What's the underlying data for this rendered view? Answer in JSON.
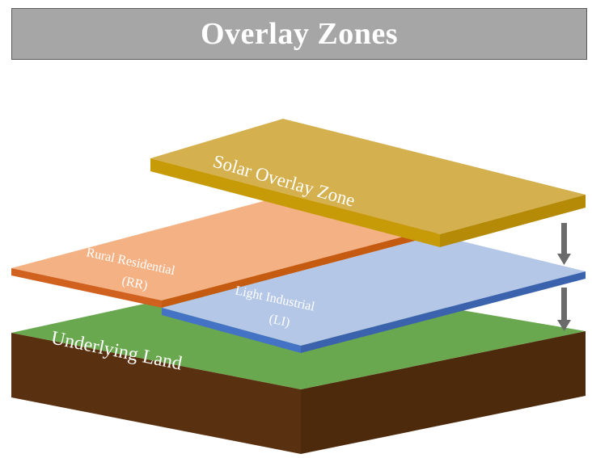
{
  "title": "Overlay Zones",
  "layers": {
    "solar": {
      "label": "Solar Overlay Zone"
    },
    "rural": {
      "label_line1": "Rural Residential",
      "label_line2": "(RR)"
    },
    "industrial": {
      "label_line1": "Light Industrial",
      "label_line2": "(LI)"
    },
    "land": {
      "label": "Underlying Land"
    }
  },
  "colors": {
    "banner": "#a6a6a6",
    "solar_top": "#d4b04e",
    "solar_edge": "#c79b08",
    "rural_top": "#f4b183",
    "rural_edge": "#d0611f",
    "industrial_top": "#b4c7e7",
    "industrial_edge": "#4472c4",
    "land_top": "#6aa84f",
    "land_side": "#5a3110",
    "arrow": "#6b6b6b"
  }
}
